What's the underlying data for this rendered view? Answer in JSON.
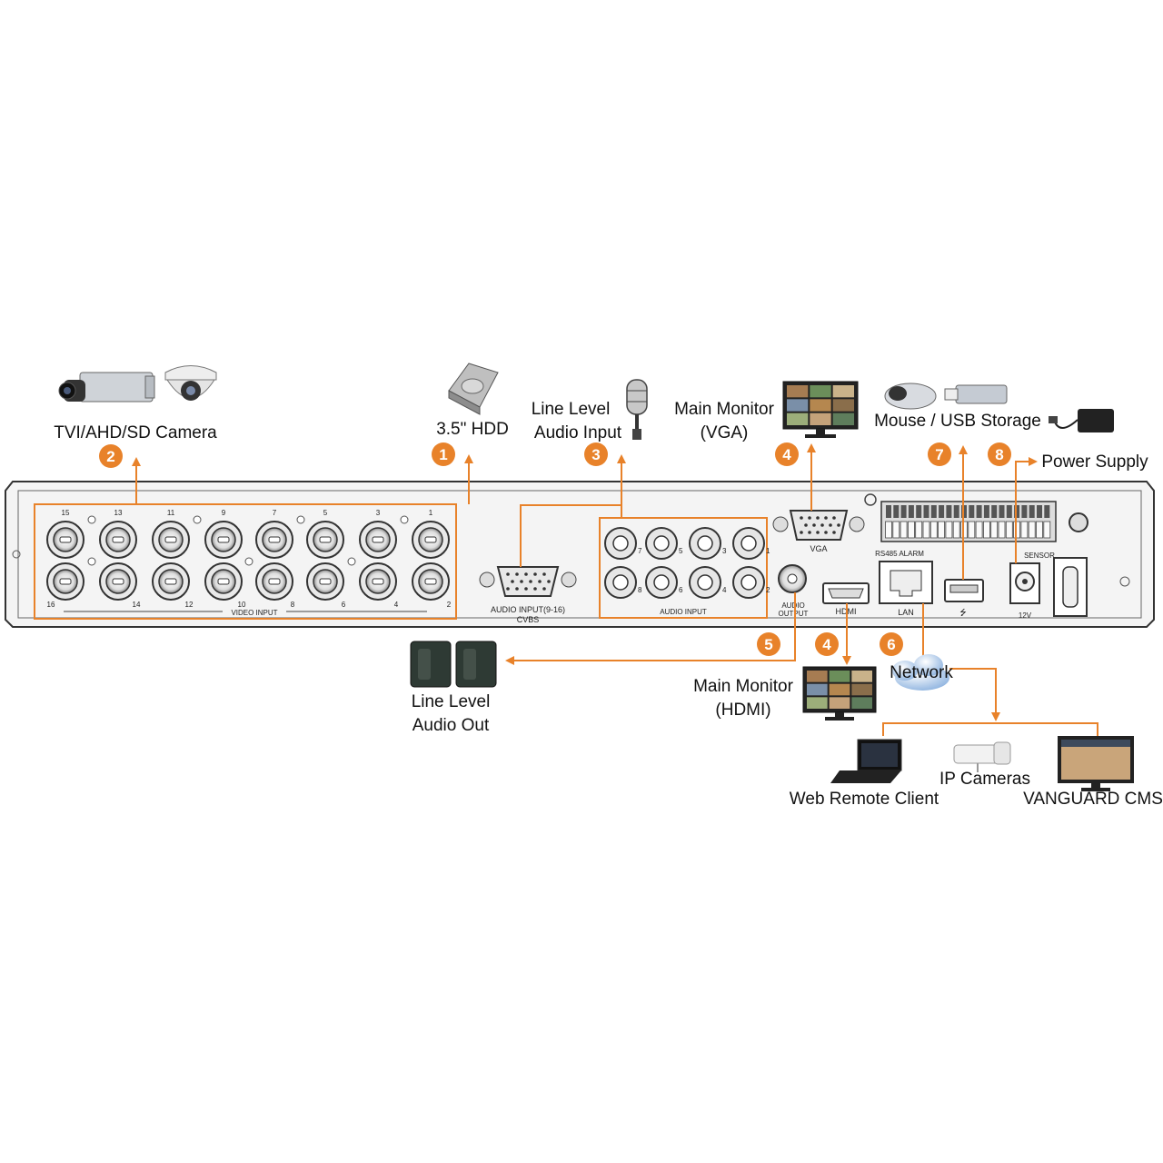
{
  "labels": {
    "camera": "TVI/AHD/SD Camera",
    "hdd": "3.5\" HDD",
    "audio_in_1": "Line Level",
    "audio_in_2": "Audio Input",
    "vga_1": "Main Monitor",
    "vga_2": "(VGA)",
    "usb": "Mouse / USB Storage",
    "power": "Power Supply",
    "audio_out_1": "Line Level",
    "audio_out_2": "Audio Out",
    "hdmi_1": "Main Monitor",
    "hdmi_2": "(HDMI)",
    "network": "Network",
    "web_client": "Web Remote Client",
    "ip_cameras": "IP Cameras",
    "cms": "VANGUARD CMS"
  },
  "badges": {
    "b1": "1",
    "b2": "2",
    "b3": "3",
    "b4a": "4",
    "b4b": "4",
    "b5": "5",
    "b6": "6",
    "b7": "7",
    "b8": "8"
  },
  "panel": {
    "video_input": "VIDEO INPUT",
    "audio_input_916": "AUDIO INPUT(9-16)",
    "cvbs": "CVBS",
    "audio_input": "AUDIO INPUT",
    "audio_output_1": "AUDIO",
    "audio_output_2": "OUTPUT",
    "vga": "VGA",
    "hdmi": "HDMI",
    "lan": "LAN",
    "dc": "12V",
    "sensor": "SENSOR",
    "rs485_alarm": "RS485 ALARM",
    "top_numbers": [
      "15",
      "13",
      "11",
      "9",
      "7",
      "5",
      "3",
      "1"
    ],
    "bottom_numbers": [
      "16",
      "14",
      "12",
      "10",
      "8",
      "6",
      "4",
      "2"
    ],
    "audio_numbers_top": [
      "7",
      "5",
      "3",
      "1"
    ],
    "audio_numbers_bottom": [
      "8",
      "6",
      "4",
      "2"
    ]
  },
  "colors": {
    "accent": "#e8822a",
    "panel": "#f2f2f2",
    "line": "#333333"
  },
  "icons": [
    "camera-icon",
    "dome-camera-icon",
    "hdd-icon",
    "microphone-icon",
    "monitor-icon",
    "mouse-icon",
    "usb-stick-icon",
    "power-adapter-icon",
    "speaker-icon",
    "cloud-icon",
    "laptop-icon",
    "ip-camera-icon"
  ]
}
